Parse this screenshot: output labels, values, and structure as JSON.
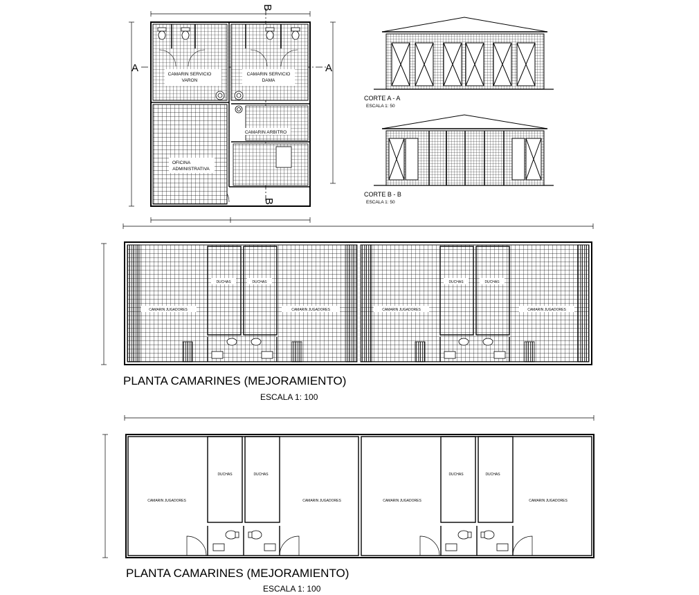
{
  "plan_top": {
    "section_marks": {
      "a_left": "A",
      "a_right": "A",
      "b_top": "B",
      "b_bottom": "B"
    },
    "rooms": {
      "camarin_varon_1": "CAMARIN SERVICIO",
      "camarin_varon_2": "VARON",
      "camarin_dama_1": "CAMARIN SERVICIO",
      "camarin_dama_2": "DAMA",
      "camarin_arbitro": "CAMARIN ARBITRO",
      "oficina_1": "OFICINA",
      "oficina_2": "ADMINISTRATIVA"
    }
  },
  "section_aa": {
    "title": "CORTE A  -  A",
    "scale": "ESCALA 1: 50"
  },
  "section_bb": {
    "title": "CORTE B  -  B",
    "scale": "ESCALA 1: 50"
  },
  "plan_middle": {
    "rooms": [
      "CAMARIN JUGADORES",
      "DUCHAS",
      "DUCHAS",
      "CAMARIN JUGADORES",
      "CAMARIN JUGADORES",
      "DUCHAS",
      "DUCHAS",
      "CAMARIN JUGADORES"
    ],
    "title": "PLANTA CAMARINES (MEJORAMIENTO)",
    "scale": "ESCALA 1: 100"
  },
  "plan_bottom": {
    "rooms": [
      "DUCHAS",
      "DUCHAS",
      "CAMARIN JUGADORES",
      "CAMARIN JUGADORES",
      "CAMARIN JUGADORES",
      "DUCHAS",
      "DUCHAS",
      "CAMARIN JUGADORES"
    ],
    "title": "PLANTA CAMARINES (MEJORAMIENTO)",
    "scale": "ESCALA 1: 100"
  }
}
